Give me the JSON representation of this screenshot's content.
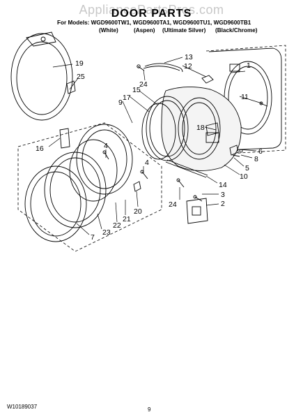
{
  "watermark": "AppliancePartsPros.com",
  "header": {
    "title": "DOOR PARTS",
    "models_line": "For Models: WGD9600TW1, WGD9600TA1, WGD9600TU1, WGD9600TB1",
    "variants": [
      "(White)",
      "(Aspen)",
      "(Ultimate Silver)",
      "(Black/Chrome)"
    ]
  },
  "callouts": [
    "1",
    "2",
    "3",
    "4",
    "4",
    "5",
    "6",
    "7",
    "8",
    "9",
    "10",
    "11",
    "12",
    "13",
    "14",
    "15",
    "16",
    "17",
    "18",
    "19",
    "20",
    "21",
    "22",
    "23",
    "24",
    "24",
    "25"
  ],
  "footer": {
    "doc_number": "W10189037",
    "page_number": "9"
  }
}
